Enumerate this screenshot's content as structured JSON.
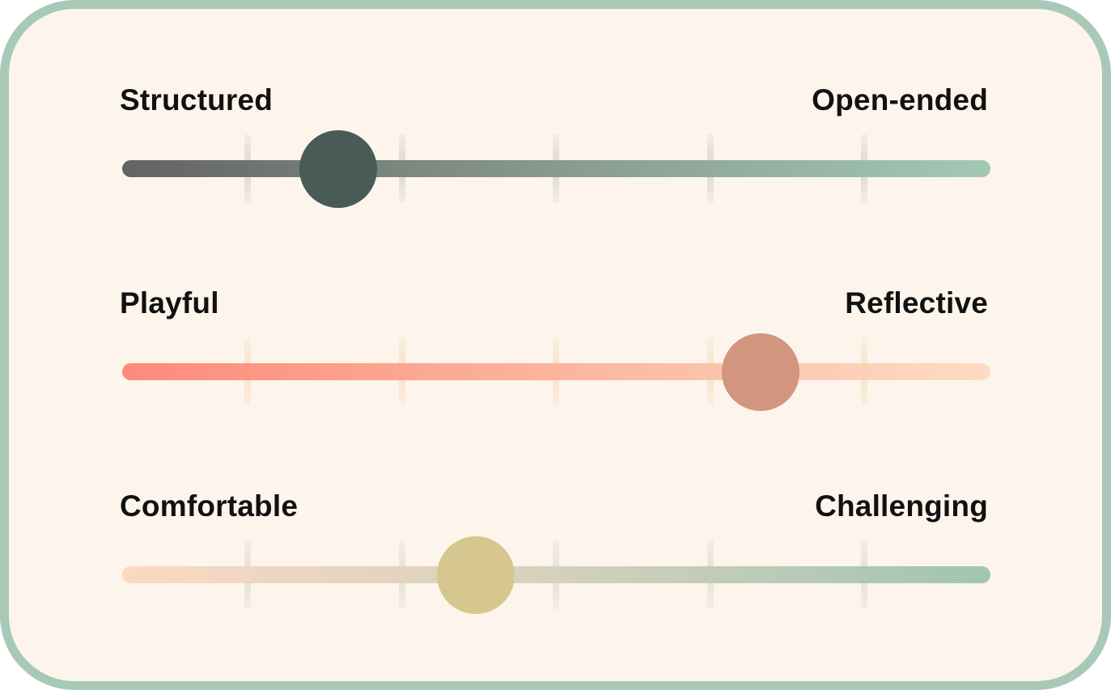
{
  "sliders": [
    {
      "left_label": "Structured",
      "right_label": "Open-ended",
      "value": 0.244,
      "track_gradient": [
        "#636363",
        "#889a8f",
        "#a3c9b5"
      ],
      "thumb_color": "#4a5a57"
    },
    {
      "left_label": "Playful",
      "right_label": "Reflective",
      "value": 0.74,
      "track_gradient": [
        "#fd8a7a",
        "#fcb59d",
        "#fddcc4"
      ],
      "thumb_color": "#d2967f"
    },
    {
      "left_label": "Comfortable",
      "right_label": "Challenging",
      "value": 0.405,
      "track_gradient": [
        "#fbd9c3",
        "#d4d1bc",
        "#a0c5b2"
      ],
      "thumb_color": "#d6c78e"
    }
  ],
  "tick_count": 5,
  "colors": {
    "card_background": "#fdf5ec",
    "card_border": "#a8c9b8",
    "label_text": "#111111"
  }
}
